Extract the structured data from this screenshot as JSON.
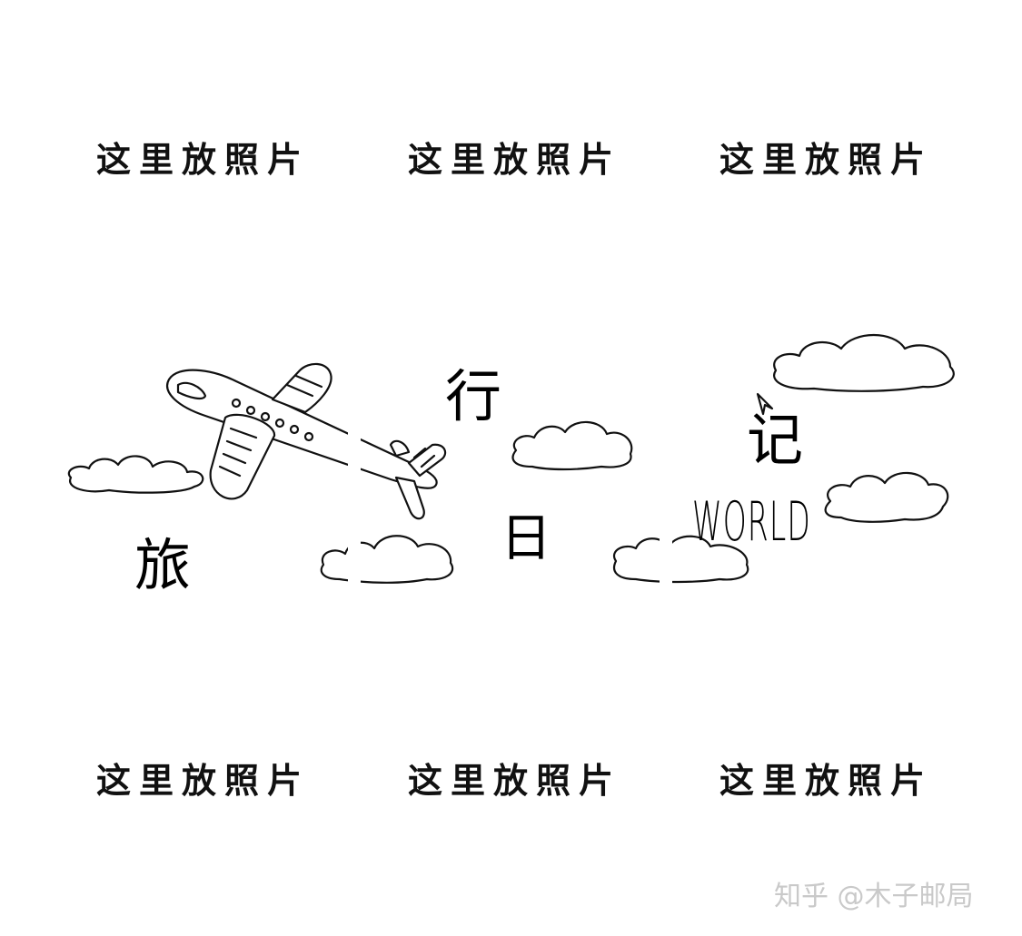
{
  "top_row": {
    "slot1": "这里放照片",
    "slot2": "这里放照片",
    "slot3": "这里放照片"
  },
  "bottom_row": {
    "slot1": "这里放照片",
    "slot2": "这里放照片",
    "slot3": "这里放照片"
  },
  "title_chars": {
    "lv": "旅",
    "xing": "行",
    "ri": "日",
    "ji": "记"
  },
  "world_text": "WORLD",
  "watermark": "知乎 @木子邮局",
  "illustration": {
    "airplane": "airplane-icon",
    "clouds": "cloud-icon",
    "arrow": "paper-arrow-icon"
  }
}
